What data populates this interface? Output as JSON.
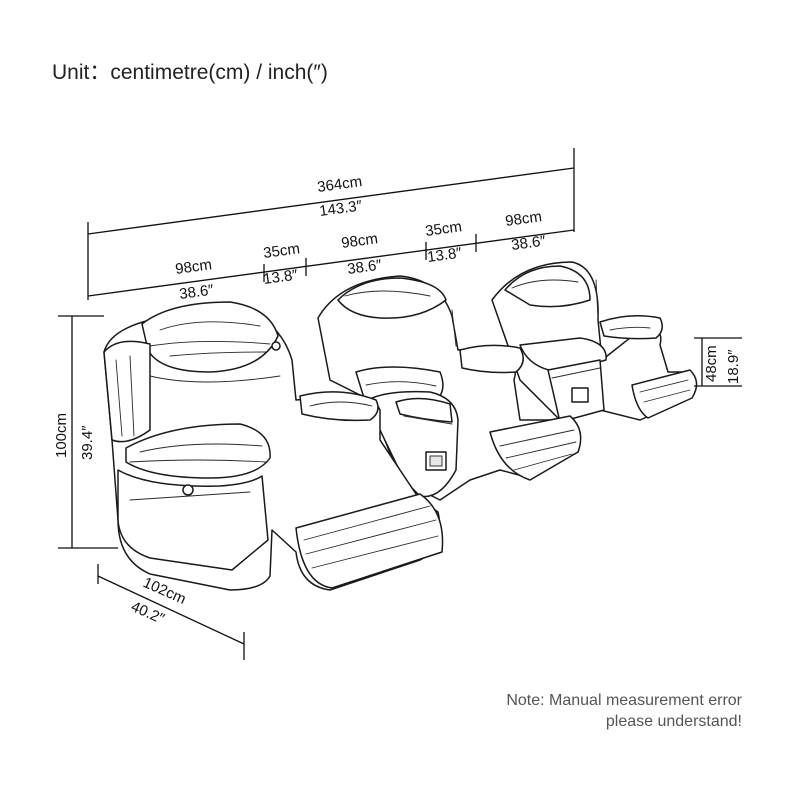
{
  "title": "Unit：centimetre(cm) / inch(″)",
  "note": {
    "line1": "Note: Manual measurement error",
    "line2": "please understand!"
  },
  "dimensions": {
    "overall_width": {
      "cm": "364cm",
      "inch": "143.3″"
    },
    "seat_left": {
      "cm": "98cm",
      "inch": "38.6″"
    },
    "console_left": {
      "cm": "35cm",
      "inch": "13.8″"
    },
    "seat_middle": {
      "cm": "98cm",
      "inch": "38.6″"
    },
    "console_right": {
      "cm": "35cm",
      "inch": "13.8″"
    },
    "seat_right": {
      "cm": "98cm",
      "inch": "38.6″"
    },
    "height": {
      "cm": "100cm",
      "inch": "39.4″"
    },
    "depth": {
      "cm": "102cm",
      "inch": "40.2″"
    },
    "seat_height": {
      "cm": "48cm",
      "inch": "18.9″"
    }
  }
}
